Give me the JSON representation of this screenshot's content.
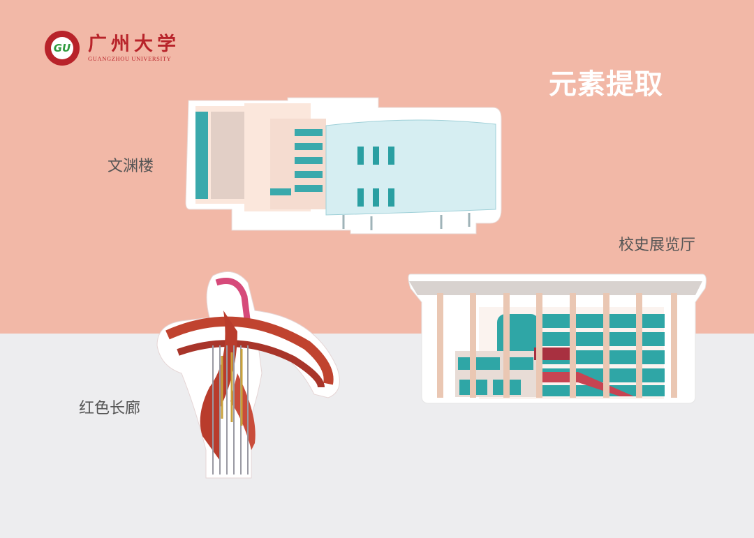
{
  "logo": {
    "name_cn": "广州大学",
    "name_en": "GUANGZHOU UNIVERSITY",
    "seal_text": "GU"
  },
  "title": "元素提取",
  "labels": {
    "wenyuan": "文渊楼",
    "history_hall": "校史展览厅",
    "red_corridor": "红色长廊"
  },
  "colors": {
    "top_bg": "#f2b8a7",
    "bottom_bg": "#ededef",
    "brand_red": "#b8232a",
    "teal": "#2fa6a6"
  }
}
